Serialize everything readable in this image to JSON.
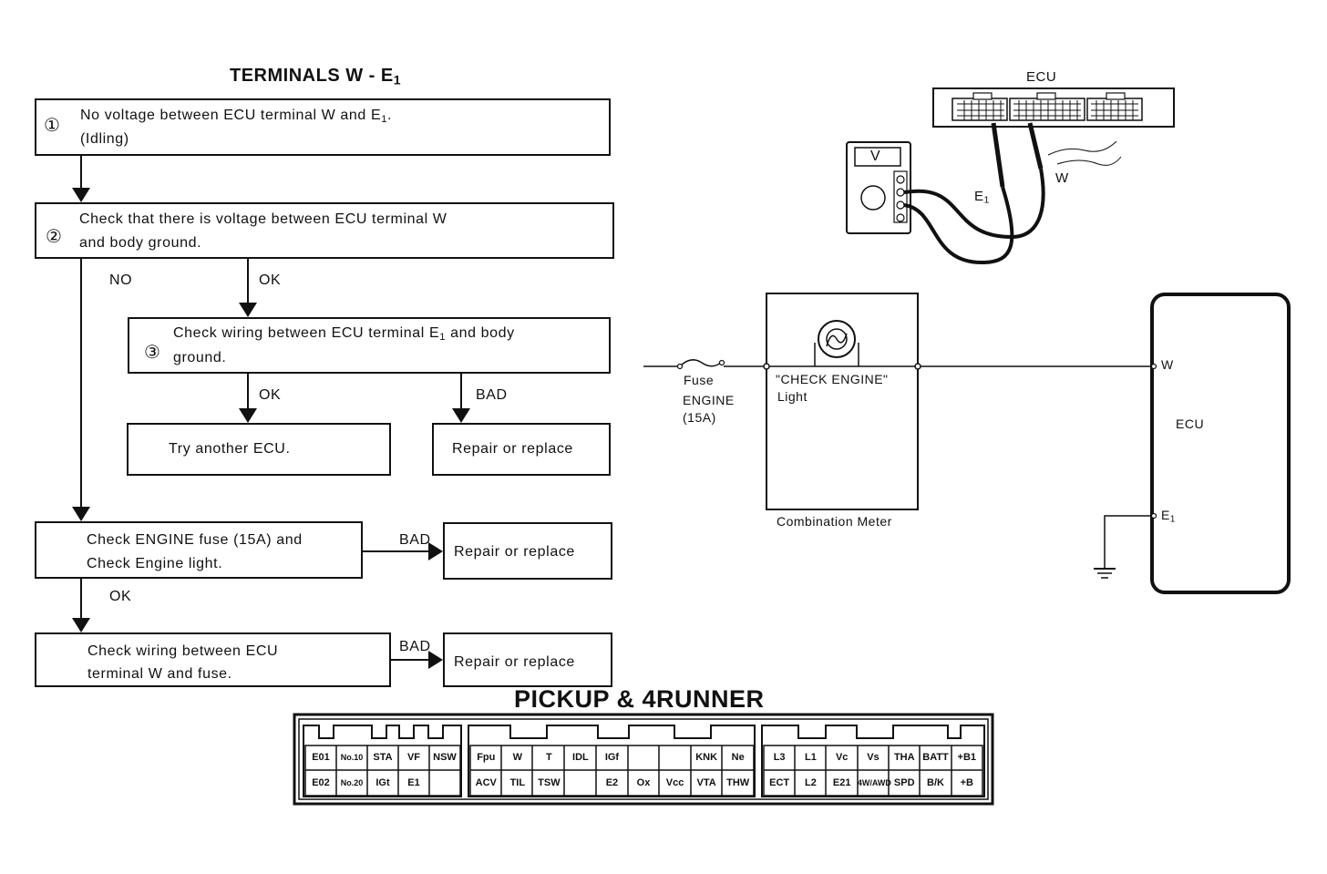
{
  "flowchart": {
    "title": "TERMINALS W - E",
    "title_sub": "1",
    "step1": {
      "num": "①",
      "line1": "No voltage between ECU terminal W and E",
      "line1_sub": "1",
      "line1_end": ".",
      "line2": "(Idling)"
    },
    "step2": {
      "num": "②",
      "line1": "Check that there is voltage between ECU terminal W",
      "line2": "and body ground."
    },
    "step2_no": "NO",
    "step2_ok": "OK",
    "step3": {
      "num": "③",
      "line1": "Check wiring between ECU terminal E",
      "line1_sub": "1",
      "line1_end": " and body",
      "line2": "ground."
    },
    "step3_ok": "OK",
    "step3_bad": "BAD",
    "try_ecu": "Try another ECU.",
    "repair1": "Repair or replace",
    "step4": {
      "line1": "Check ENGINE fuse (15A) and",
      "line2": "Check Engine light."
    },
    "step4_bad": "BAD",
    "repair2": "Repair or replace",
    "step4_ok": "OK",
    "step5": {
      "line1": "Check wiring between ECU",
      "line2": "terminal W and fuse."
    },
    "step5_bad": "BAD",
    "repair3": "Repair or replace"
  },
  "meter_diagram": {
    "ecu_label": "ECU",
    "voltmeter_label": "V",
    "e1_label": "E",
    "e1_sub": "1",
    "w_label": "W"
  },
  "circuit": {
    "fuse_label": "Fuse",
    "fuse_name": "ENGINE",
    "fuse_rating": "(15A)",
    "light_label_1": "\"CHECK ENGINE\"",
    "light_label_2": "Light",
    "meter_label": "Combination Meter",
    "ecu_label": "ECU",
    "w_terminal": "W",
    "e1_terminal": "E",
    "e1_sub": "1"
  },
  "connector": {
    "title": "PICKUP & 4RUNNER",
    "block1_top": [
      "E01",
      "No.10",
      "STA",
      "VF",
      "NSW"
    ],
    "block1_bottom": [
      "E02",
      "No.20",
      "IGt",
      "E1",
      ""
    ],
    "block2_top": [
      "Fpu",
      "W",
      "T",
      "IDL",
      "IGf",
      "",
      "",
      "KNK",
      "Ne"
    ],
    "block2_bottom": [
      "ACV",
      "TIL",
      "TSW",
      "",
      "E2",
      "Ox",
      "Vcc",
      "VTA",
      "THW"
    ],
    "block3_top": [
      "L3",
      "L1",
      "Vc",
      "Vs",
      "THA",
      "BATT",
      "+B1"
    ],
    "block3_bottom": [
      "ECT",
      "L2",
      "E21",
      "4W/AWD",
      "SPD",
      "B/K",
      "+B"
    ]
  }
}
